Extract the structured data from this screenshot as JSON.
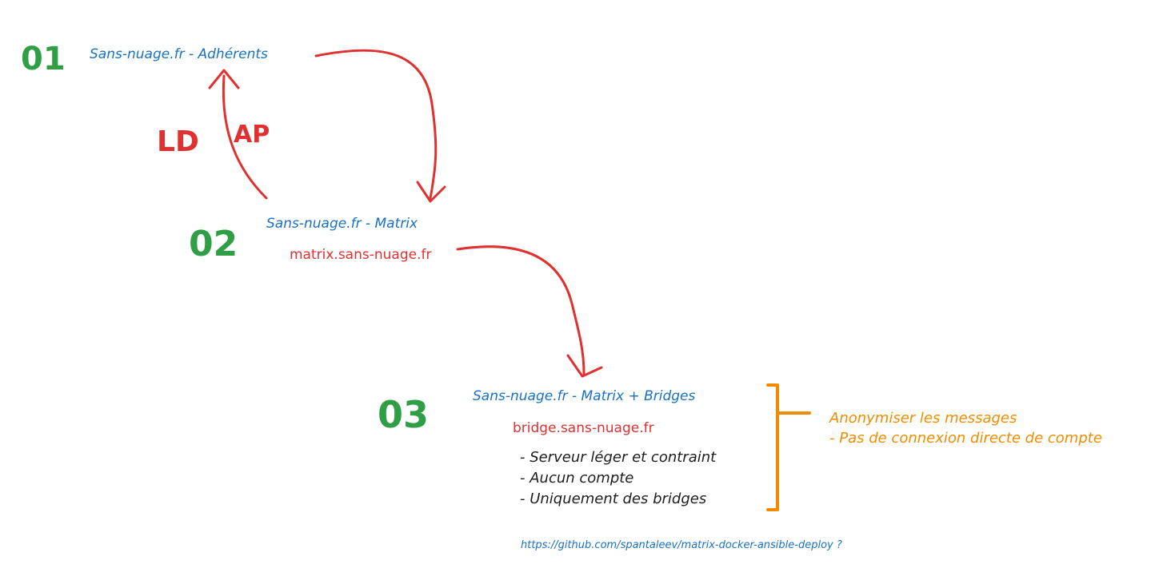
{
  "nodes": [
    {
      "number": "01",
      "title": "Sans-nuage.fr - Adhérents"
    },
    {
      "number": "02",
      "title": "Sans-nuage.fr - Matrix",
      "host": "matrix.sans-nuage.fr"
    },
    {
      "number": "03",
      "title": "Sans-nuage.fr - Matrix + Bridges",
      "host": "bridge.sans-nuage.fr",
      "bullets": [
        "- Serveur léger et contraint",
        "- Aucun compte",
        "- Uniquement des bridges"
      ]
    }
  ],
  "ldap_label": {
    "part1": "LD",
    "part2": "AP"
  },
  "note": {
    "line1": "Anonymiser les messages",
    "line2": "- Pas de connexion directe de compte"
  },
  "link": "https://github.com/spantaleev/matrix-docker-ansible-deploy ?",
  "colors": {
    "number": "#2f9e44",
    "title": "#1971c2",
    "arrow": "#e03131",
    "host": "#e03131",
    "note": "#f08c00",
    "text": "#1e1e1e"
  }
}
